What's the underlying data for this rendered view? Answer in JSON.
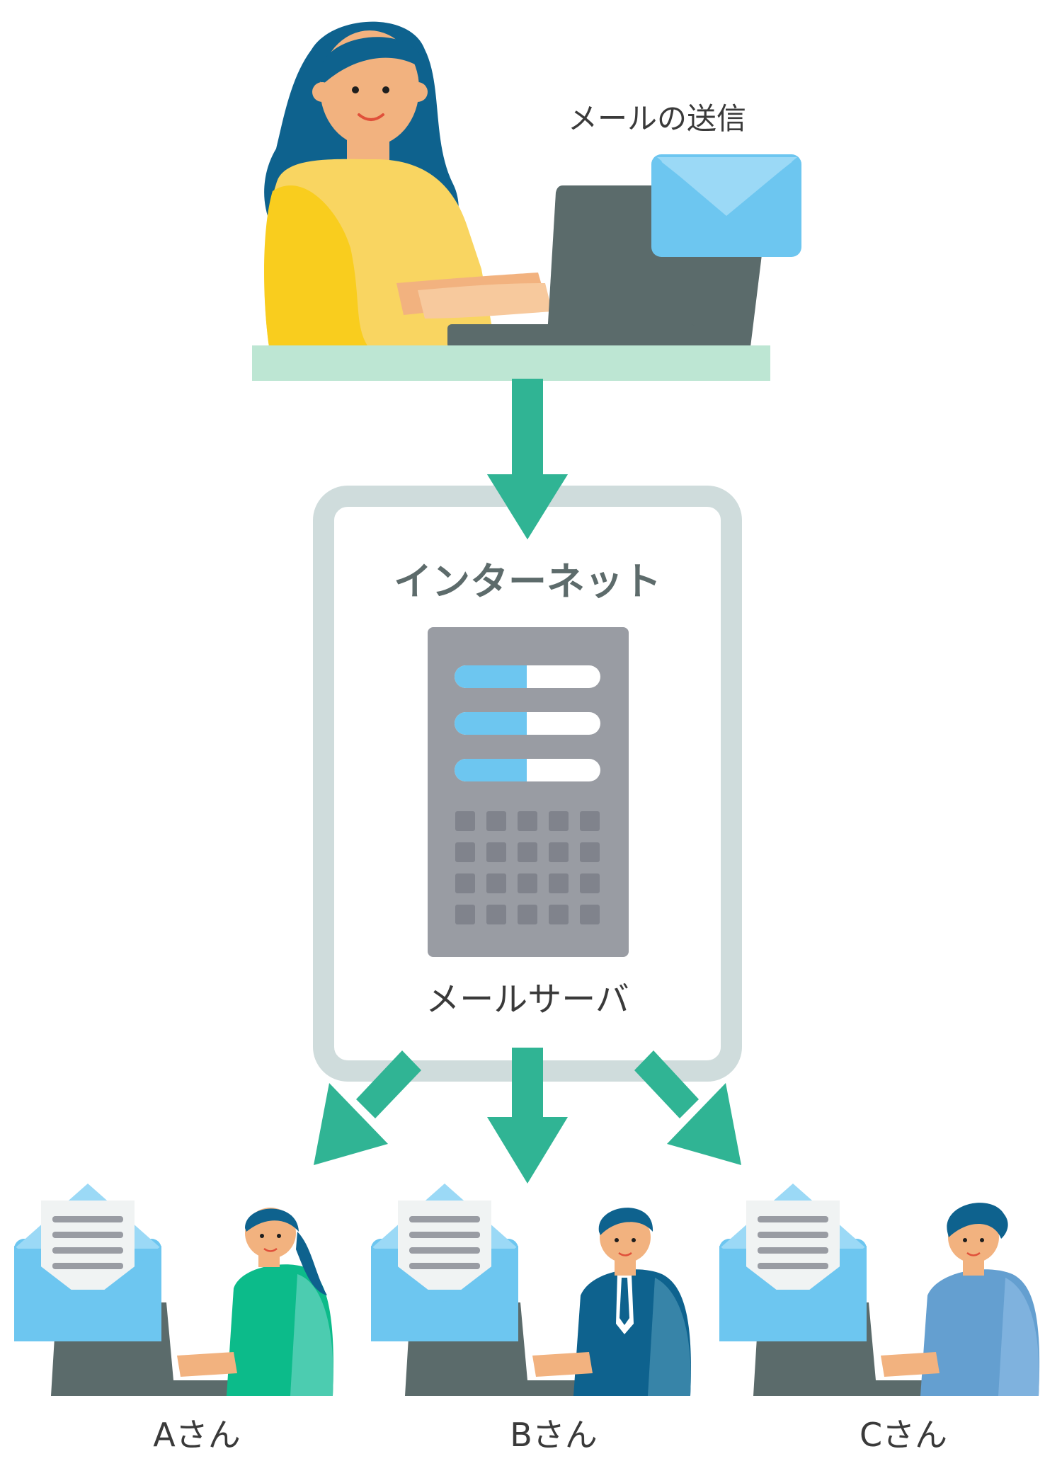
{
  "diagram": {
    "send_label": "メールの送信",
    "internet_label": "インターネット",
    "server_label": "メールサーバ",
    "recipients": [
      {
        "label": "Aさん"
      },
      {
        "label": "Bさん"
      },
      {
        "label": "Cさん"
      }
    ]
  },
  "colors": {
    "arrow": "#30b494",
    "internet_frame": "#cfdcdc",
    "desk": "#bde6d3",
    "laptop": "#5b6b6b",
    "envelope": "#6dc6f0",
    "server_body": "#999ca3",
    "server_cell": "#80838c"
  }
}
